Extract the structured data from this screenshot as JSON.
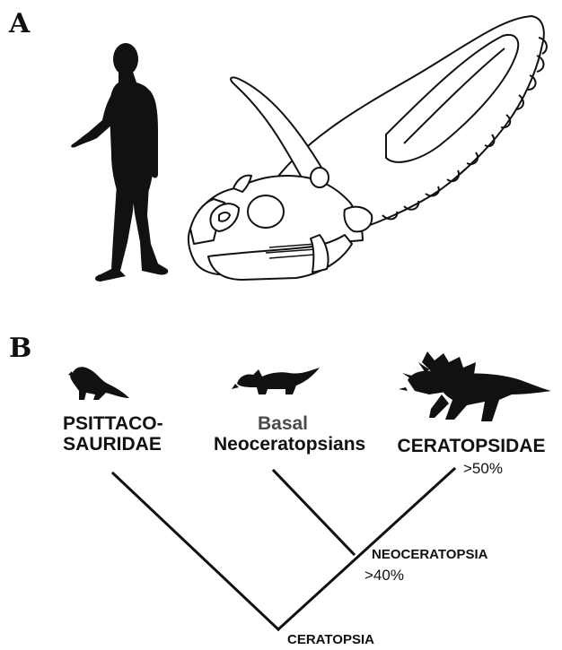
{
  "panel_a": {
    "letter": "A"
  },
  "panel_b": {
    "letter": "B"
  },
  "taxa": {
    "psittaco_line1": "PSITTACO-",
    "psittaco_line2": "SAURIDAE",
    "basal_line1": "Basal",
    "basal_line2": "Neoceratopsians",
    "ceratopsidae": "CERATOPSIDAE"
  },
  "nodes": {
    "neoceratopsia": "NEOCERATOPSIA",
    "neoceratopsia_pct": ">40%",
    "ceratopsidae_pct": ">50%",
    "ceratopsia": "CERATOPSIA"
  },
  "colors": {
    "ink": "#111111",
    "grey_label": "#4a4a4a",
    "background": "#ffffff"
  },
  "icons": [
    "human-silhouette-icon",
    "ceratopsid-skull-icon",
    "psittacosaurus-silhouette-icon",
    "basal-neoceratopsian-silhouette-icon",
    "ceratopsid-silhouette-icon"
  ]
}
